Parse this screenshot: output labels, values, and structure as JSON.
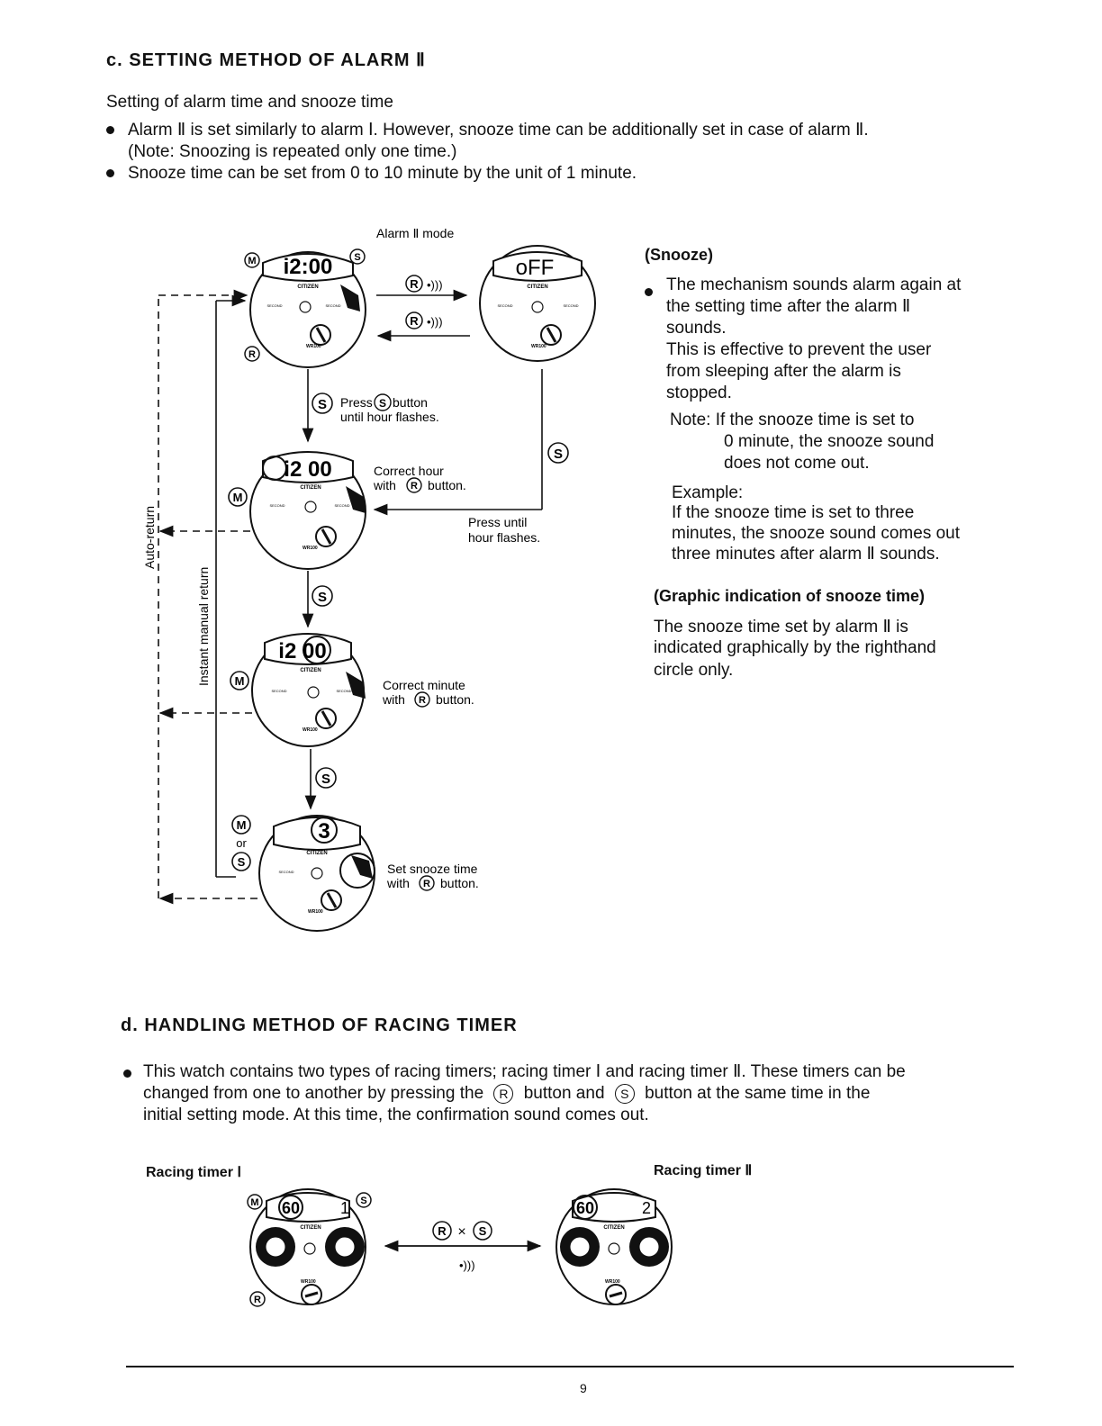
{
  "section_c": {
    "heading": "c.   SETTING METHOD OF ALARM Ⅱ",
    "intro": "Setting of alarm time and snooze time",
    "bullet1_line1": "Alarm Ⅱ is set similarly to alarm Ⅰ. However, snooze time can be additionally set in case of alarm Ⅱ.",
    "bullet1_line2": "(Note:  Snoozing is repeated only one time.)",
    "bullet2": "Snooze time can be set from 0 to 10 minute by the unit of 1 minute."
  },
  "diagram": {
    "mode_label": "Alarm Ⅱ mode",
    "btn_M": "M",
    "btn_S": "S",
    "btn_R": "R",
    "display_1": "i2:00",
    "display_off": "oFF",
    "display_2": "i2 00",
    "display_3": "i2 00",
    "display_4": "3",
    "brand": "CITIZEN",
    "second_label": "SECOND",
    "wr_label": "WR100",
    "press_s_a": "Press",
    "press_s_b": "button",
    "press_s_c": "until hour flashes.",
    "correct_hour_a": "Correct hour",
    "correct_hour_b": "with",
    "correct_hour_c": "button.",
    "press_until_a": "Press until",
    "press_until_b": "hour flashes.",
    "correct_minute_a": "Correct minute",
    "correct_minute_b": "with",
    "correct_minute_c": "button.",
    "snooze_a": "Set snooze time",
    "snooze_b": "with",
    "snooze_c": "button.",
    "or_label": "or",
    "auto_return": "Auto-return",
    "instant_return": "Instant manual return"
  },
  "snooze": {
    "heading": "(Snooze)",
    "b1": "The mechanism sounds alarm again at",
    "b2": "the setting time after the alarm Ⅱ",
    "b3": "sounds.",
    "b4": "This is effective to prevent the user",
    "b5": "from sleeping after the alarm is",
    "b6": "stopped.",
    "note1": "Note: If the snooze time is set to",
    "note2": "0 minute, the snooze sound",
    "note3": "does not come out.",
    "ex0": "Example:",
    "ex1": "If the snooze time is set to three",
    "ex2": "minutes, the snooze sound comes out",
    "ex3": "three minutes after alarm Ⅱ sounds.",
    "graphic_heading": "(Graphic indication of snooze time)",
    "g1": "The snooze time set by alarm Ⅱ is",
    "g2": "indicated graphically by the righthand",
    "g3": "circle only."
  },
  "section_d": {
    "heading": "d.   HANDLING METHOD OF RACING TIMER",
    "line1": "This watch contains two types of racing timers; racing timer Ⅰ and racing timer Ⅱ. These timers can be",
    "line2a": "changed from one to another by pressing the",
    "line2b": "button and",
    "line2c": "button at the same time in the",
    "line3": "initial setting mode. At this time, the confirmation sound comes out.",
    "timer1_label": "Racing timer Ⅰ",
    "timer2_label": "Racing timer Ⅱ",
    "timer1_disp_a": "60",
    "timer1_disp_b": "1",
    "timer2_disp_a": "60",
    "timer2_disp_b": "2",
    "times": "×"
  },
  "page_number": "9"
}
